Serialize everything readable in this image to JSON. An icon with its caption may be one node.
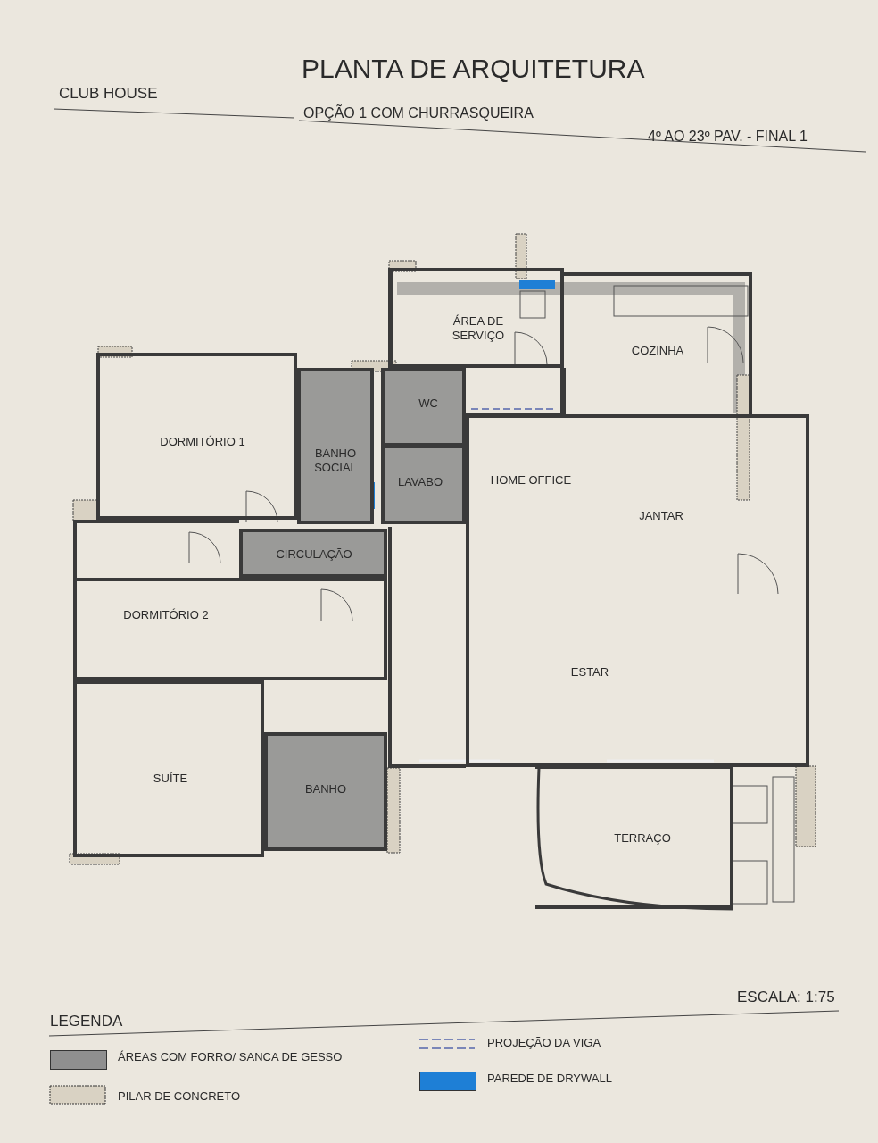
{
  "diagram": {
    "title": "PLANTA DE ARQUITETURA",
    "nodes": [
      {
        "text": [
          "ÁREA DE SERVIÇO"
        ]
      },
      {
        "text": [
          "COZINHA"
        ]
      },
      {
        "text": [
          "DORMITÓRIO 1"
        ]
      },
      {
        "text": [
          "BANHO SOCIAL"
        ]
      },
      {
        "text": [
          "WC"
        ]
      },
      {
        "text": [
          "LAVABO"
        ]
      },
      {
        "text": [
          "HOME OFFICE",
          "JANTAR",
          "ESTAR"
        ]
      },
      {
        "text": [
          "CIRCULAÇÃO"
        ]
      },
      {
        "text": [
          "DORMITÓRIO 2"
        ]
      },
      {
        "text": [
          "SUÍTE"
        ]
      },
      {
        "text": [
          "BANHO"
        ]
      },
      {
        "text": [
          "TERRAÇO"
        ]
      }
    ],
    "edges": [],
    "labels": [
      "CLUB HOUSE",
      "OPÇÃO 1 COM CHURRASQUEIRA",
      "4º AO 23º PAV. - FINAL 1",
      "ESCALA: 1:75",
      "LEGENDA"
    ],
    "legend": [
      {
        "text": "ÁREAS COM FORRO/ SANCA DE GESSO",
        "color": "#8f8f8f"
      },
      {
        "text": "PROJEÇÃO DA VIGA"
      },
      {
        "text": "PILAR DE CONCRETO"
      },
      {
        "text": "PAREDE DE DRYWALL",
        "color": "#1e7fd6"
      }
    ]
  }
}
